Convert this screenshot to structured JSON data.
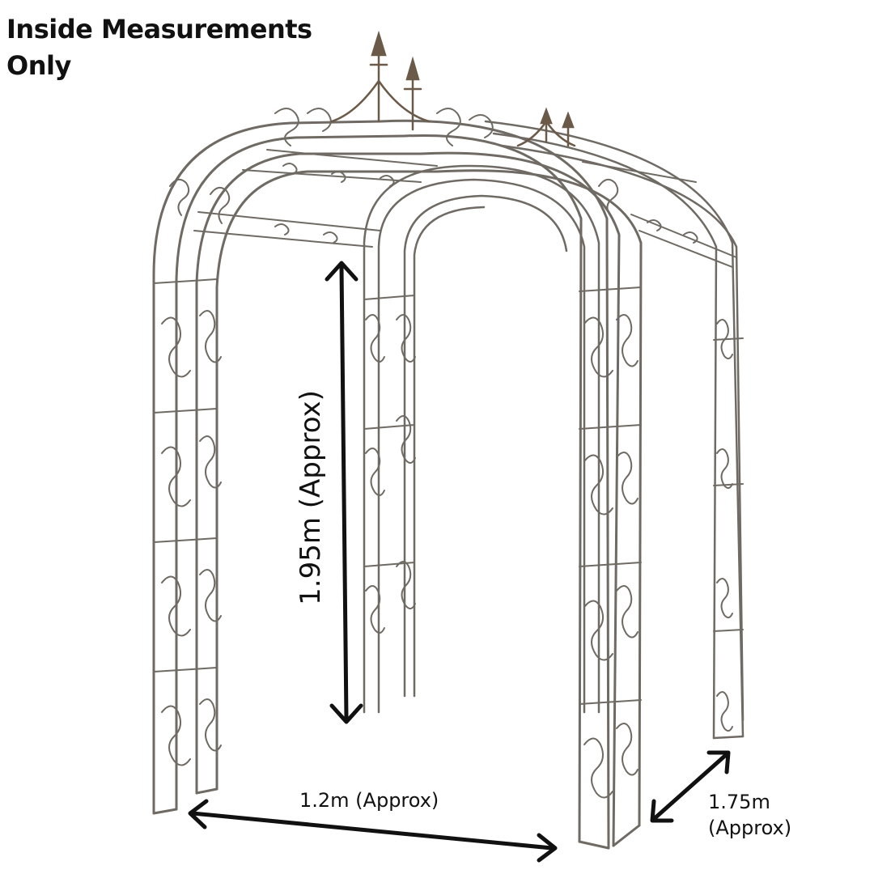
{
  "heading": {
    "line1": "Inside Measurements",
    "line2": "Only"
  },
  "dimensions": {
    "height_label": "1.95m (Approx)",
    "width_label": "1.2m (Approx)",
    "depth_label_line1": "1.75m",
    "depth_label_line2": "(Approx)"
  },
  "colors": {
    "metal": "#6f6a63",
    "metal_rust": "#8a6a48",
    "arrow": "#111111",
    "background": "#ffffff"
  }
}
